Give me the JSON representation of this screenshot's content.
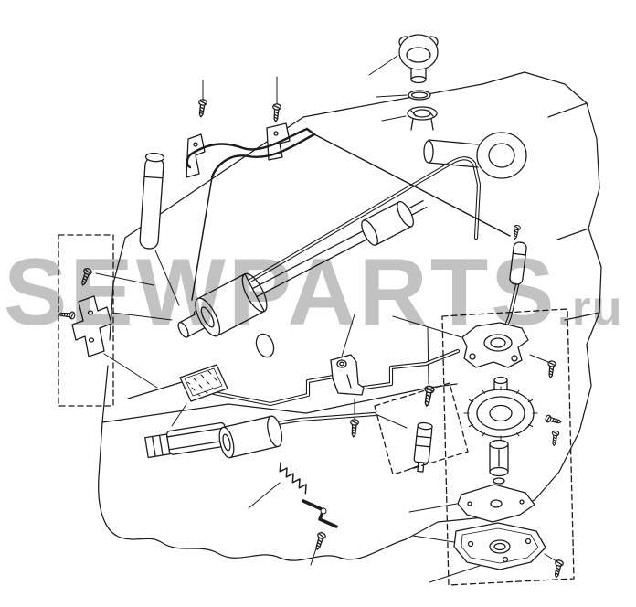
{
  "watermark": {
    "text": "SEWPARTS",
    "suffix": ".ru",
    "color": "#c2c2c2"
  },
  "canvas": {
    "background": "#ffffff",
    "line_color": "#1c1c1c",
    "width": "696",
    "height": "664"
  },
  "diagram": {
    "type": "exploded-parts-line-drawing",
    "subject": "sewing machine lubrication and oil pump exploded view",
    "parts": [
      "oil-filler-cap",
      "o-ring",
      "filler-hole",
      "wire-clamp-assembly",
      "guide-tube",
      "left-bracket",
      "main-shaft-cylinder",
      "head-bushing",
      "oil-pipes",
      "felt-pad",
      "support-bracket",
      "check-valve",
      "lower-oil-cylinder",
      "roller",
      "spring",
      "tension-lever",
      "pump-flange-plate",
      "pump-body",
      "pump-plunger",
      "pump-cover-plate",
      "pump-base-plate",
      "mounting-screws"
    ]
  }
}
